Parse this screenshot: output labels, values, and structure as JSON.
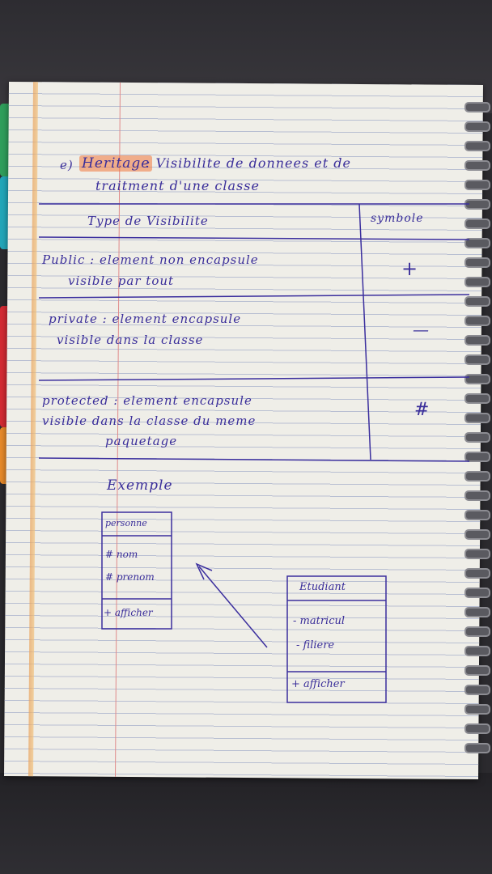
{
  "heading": {
    "number": "e)",
    "title": "Heritage",
    "subtitle_line1": ": Visibilite de donnees et de",
    "subtitle_line2": "traitment d'une classe"
  },
  "table": {
    "headers": [
      "Type de Visibilite",
      "symbole"
    ],
    "rows": [
      {
        "line1": "Public : element non encapsule",
        "line2": "visible par tout",
        "line3": "",
        "symbol": "+"
      },
      {
        "line1": "private : element encapsule",
        "line2": "visible dans la classe",
        "line3": "",
        "symbol": "—"
      },
      {
        "line1": "protected : element encapsule",
        "line2": "visible dans la classe du meme",
        "line3": "paquetage",
        "symbol": "#"
      }
    ]
  },
  "example": {
    "label": "Exemple",
    "class_a": {
      "name": "personne",
      "attributes": [
        "# nom",
        "# prenom"
      ],
      "methods": [
        "+ afficher"
      ]
    },
    "class_b": {
      "name": "Etudiant",
      "attributes": [
        "- matricul",
        "- filiere"
      ],
      "methods": [
        "+ afficher"
      ]
    }
  },
  "colors": {
    "ink": "#3b2f9e",
    "paper": "#efeee8",
    "highlight": "#f0783c"
  }
}
